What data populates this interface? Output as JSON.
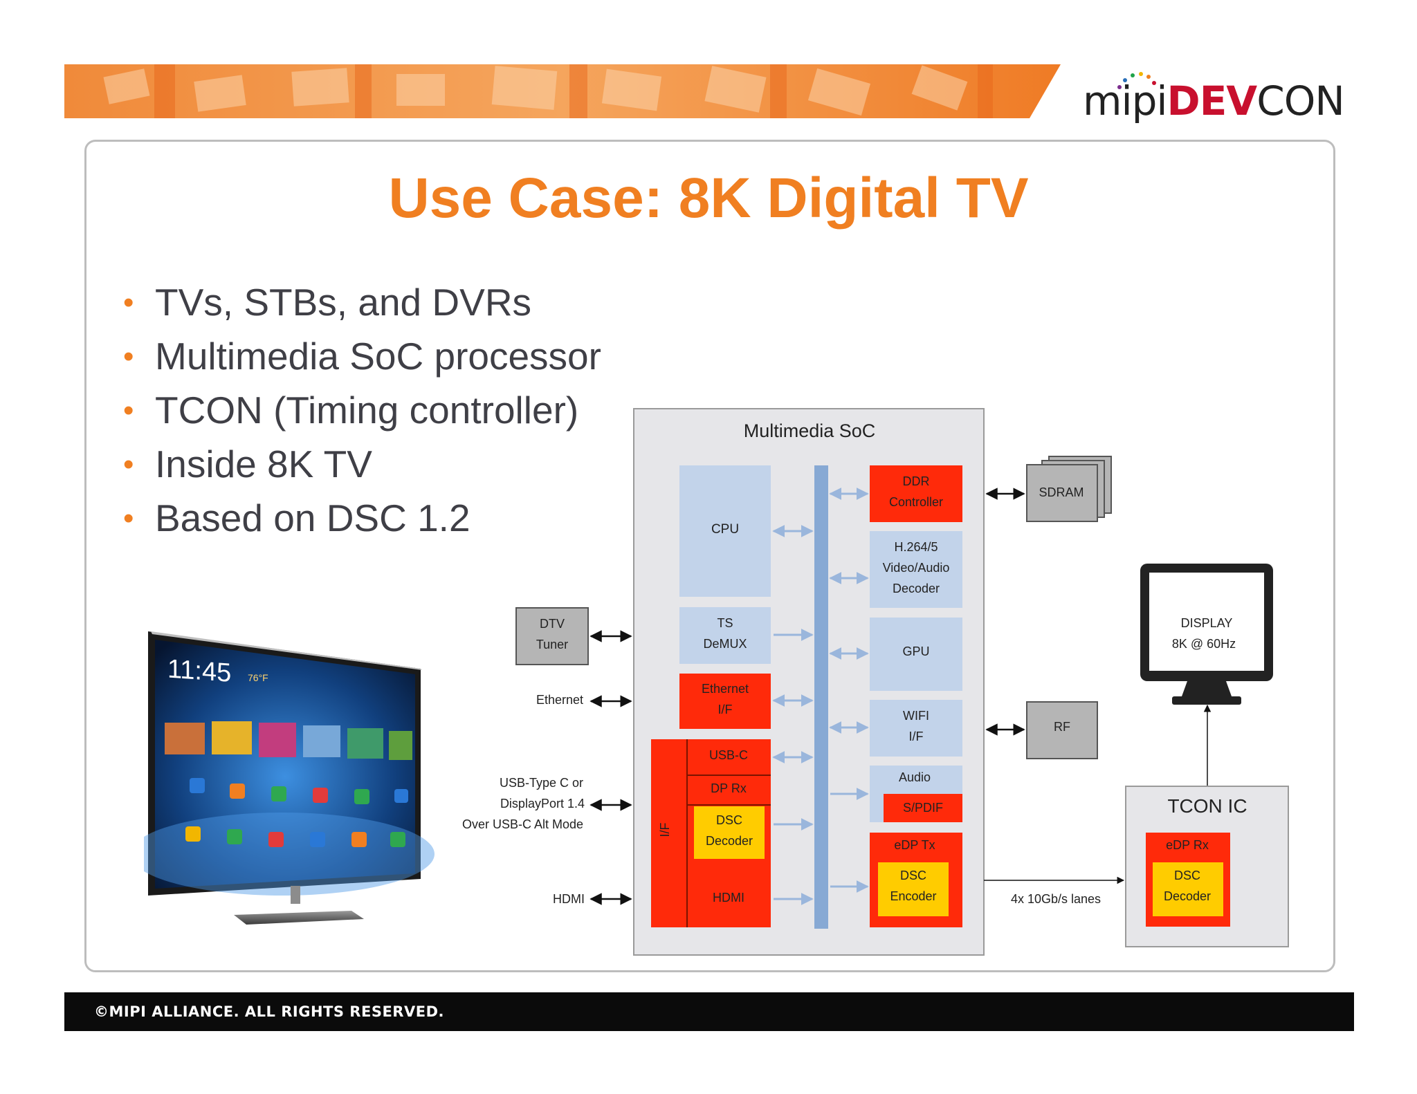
{
  "header": {
    "logo_mipi": "mipi",
    "logo_dev": "DEV",
    "logo_con": "CON"
  },
  "title": "Use Case: 8K Digital TV",
  "bullets": [
    "TVs, STBs, and DVRs",
    "Multimedia SoC processor",
    "TCON (Timing controller)",
    "Inside 8K TV",
    "Based on DSC 1.2"
  ],
  "tv_screen": {
    "time": "11:45",
    "weather": "76°F"
  },
  "diagram": {
    "soc_title": "Multimedia SoC",
    "cpu": "CPU",
    "ts_demux": [
      "TS",
      "DeMUX"
    ],
    "ethernet_if": [
      "Ethernet",
      "I/F"
    ],
    "if_vertical": "I/F",
    "usb_c": "USB-C",
    "dp_rx": "DP Rx",
    "dsc_decoder_left": [
      "DSC",
      "Decoder"
    ],
    "hdmi_block": "HDMI",
    "ddr": [
      "DDR",
      "Controller"
    ],
    "video_decoder": [
      "H.264/5",
      "Video/Audio",
      "Decoder"
    ],
    "gpu": "GPU",
    "wifi": [
      "WIFI",
      "I/F"
    ],
    "audio": "Audio",
    "spdif": "S/PDIF",
    "edp_tx": "eDP Tx",
    "dsc_encoder": [
      "DSC",
      "Encoder"
    ],
    "sdram": "SDRAM",
    "rf": "RF",
    "dtv_tuner": [
      "DTV",
      "Tuner"
    ],
    "ethernet_label": "Ethernet",
    "usb_label": [
      "USB-Type C or",
      "DisplayPort  1.4",
      "Over USB-C Alt Mode"
    ],
    "hdmi_label": "HDMI",
    "display": [
      "DISPLAY",
      "8K @ 60Hz"
    ],
    "tcon_title": "TCON IC",
    "edp_rx": "eDP Rx",
    "dsc_decoder_right": [
      "DSC",
      "Decoder"
    ],
    "lanes": "4x 10Gb/s lanes"
  },
  "colors": {
    "orange": "#f07f21",
    "red": "#ff2a0a",
    "yellow": "#ffcc00",
    "light_blue": "#c2d3ea",
    "bus_blue": "#87a9d4",
    "grey_block": "#b5b5b5",
    "soc_bg": "#e6e6e9"
  },
  "footer": "©MIPI ALLIANCE. ALL RIGHTS RESERVED."
}
